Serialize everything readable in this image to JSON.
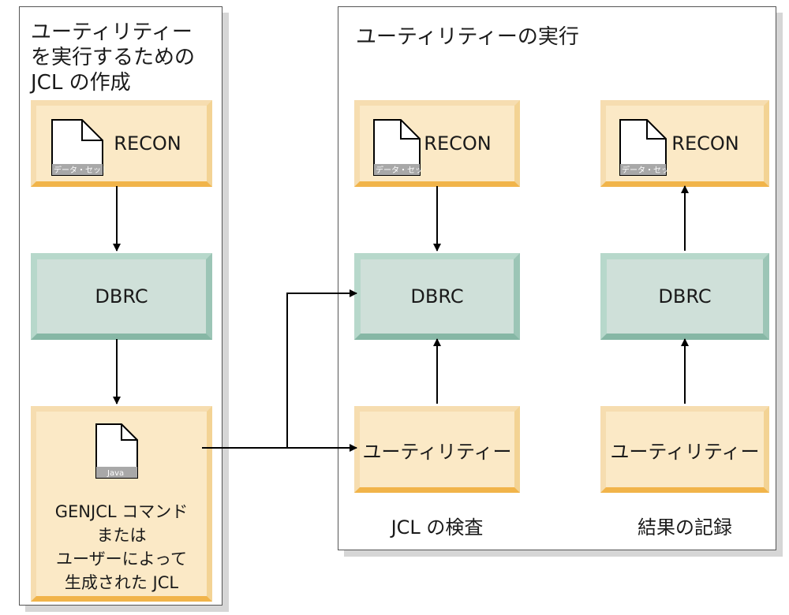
{
  "left_panel": {
    "title": "ユーティリティー\nを実行するための\nJCL の作成",
    "recon": {
      "label": "RECON",
      "icon_caption": "データ・セット"
    },
    "dbrc": {
      "label": "DBRC"
    },
    "genjcl": {
      "icon_caption": "Java",
      "text": "GENJCL コマンド\nまたは\nユーザーによって\n生成された JCL"
    }
  },
  "right_panel": {
    "title": "ユーティリティーの実行",
    "check": {
      "recon": {
        "label": "RECON",
        "icon_caption": "データ・セット"
      },
      "dbrc": {
        "label": "DBRC"
      },
      "utility": {
        "label": "ユーティリティー"
      },
      "caption": "JCL の検査"
    },
    "record": {
      "recon": {
        "label": "RECON",
        "icon_caption": "データ・セット"
      },
      "dbrc": {
        "label": "DBRC"
      },
      "utility": {
        "label": "ユーティリティー"
      },
      "caption": "結果の記録"
    }
  },
  "colors": {
    "store_fill": "#fbe9c6",
    "store_edge": "#f1b44a",
    "process_fill": "#cfe0d9",
    "process_edge": "#86b7a5",
    "panel_shadow": "#d6d6d6"
  }
}
